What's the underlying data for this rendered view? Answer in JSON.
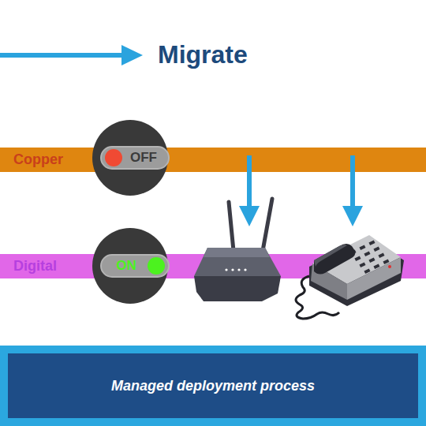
{
  "diagram": {
    "title": "Migrate",
    "nodes": [
      {
        "text": [
          "Copper"
        ]
      },
      {
        "text": [
          "OFF"
        ]
      },
      {
        "text": [
          "Digital"
        ]
      },
      {
        "text": [
          "ON"
        ]
      },
      {
        "text": [
          "Managed deployment process"
        ]
      }
    ]
  }
}
